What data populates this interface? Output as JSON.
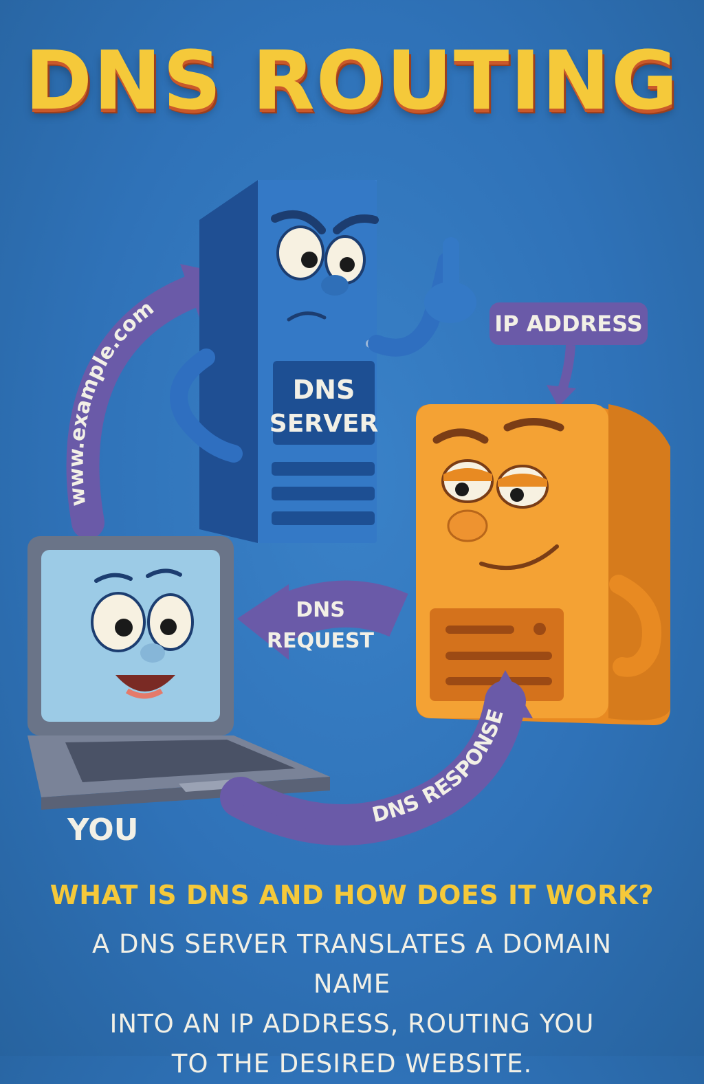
{
  "title": "DNS ROUTING",
  "labels": {
    "domain": "www.example.com",
    "dns_server_line1": "DNS",
    "dns_server_line2": "SERVER",
    "ip_address": "IP ADDRESS",
    "dns_request_line1": "DNS",
    "dns_request_line2": "REQUEST",
    "dns_response": "DNS RESPONSE",
    "you": "YOU"
  },
  "footer": {
    "question": "WHAT IS DNS AND HOW DOES IT WORK?",
    "description_lines": [
      "A DNS SERVER TRANSLATES A DOMAIN NAME",
      "INTO AN IP ADDRESS, ROUTING YOU",
      "TO THE DESIRED WEBSITE."
    ]
  },
  "colors": {
    "background": "#2f72b8",
    "title": "#f5c93a",
    "arrow": "#6a5aa8",
    "dns_server": "#2f6fc0",
    "web_server": "#f29a2e",
    "laptop": "#8c96a8"
  },
  "icons": [
    "dns-server-character",
    "web-server-character",
    "laptop-character"
  ]
}
